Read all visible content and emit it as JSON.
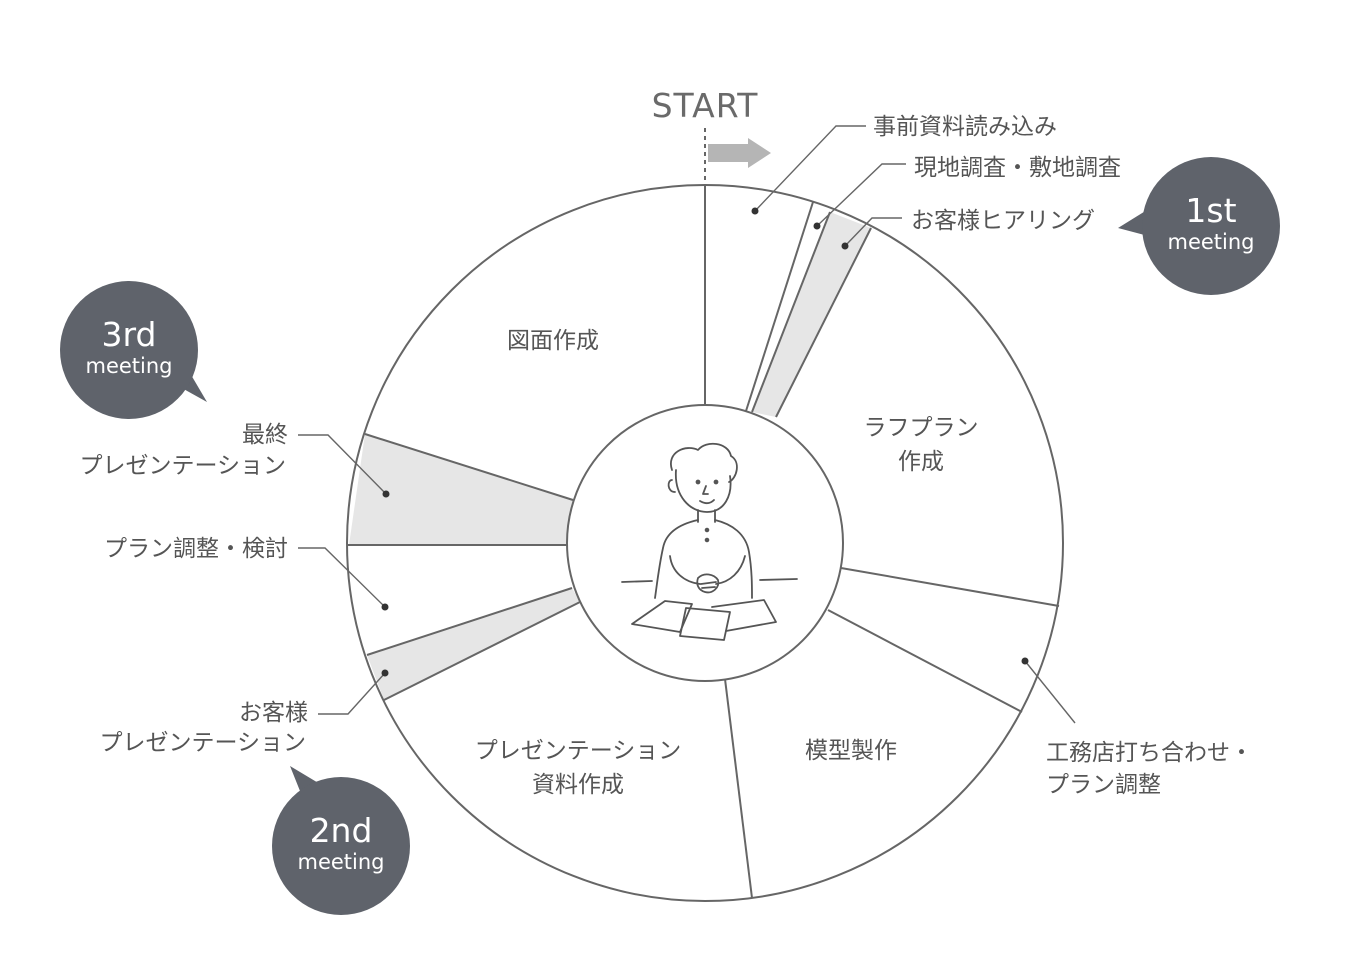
{
  "start_label": "START",
  "inner_labels": {
    "drawing": "図面作成",
    "rough_plan": [
      "ラフプラン",
      "作成"
    ],
    "presentation_material": [
      "プレゼンテーション",
      "資料作成"
    ],
    "model": "模型製作"
  },
  "callouts": {
    "pre_reading": "事前資料読み込み",
    "site_survey": "現地調査・敷地調査",
    "hearing": "お客様ヒアリング",
    "contractor_meeting": [
      "工務店打ち合わせ・",
      "プラン調整"
    ],
    "client_presentation": [
      "お客様",
      "プレゼンテーション"
    ],
    "plan_review": "プラン調整・検討",
    "final_presentation": [
      "最終",
      "プレゼンテーション"
    ]
  },
  "meetings": [
    {
      "big": "1st",
      "small": "meeting"
    },
    {
      "big": "2nd",
      "small": "meeting"
    },
    {
      "big": "3rd",
      "small": "meeting"
    }
  ],
  "colors": {
    "line": "#666666",
    "highlight": "#e6e6e6",
    "bubble": "#5f636b",
    "arrow": "#b5b5b5",
    "text": "#555555"
  },
  "icons": [
    "person-at-desk-icon",
    "start-arrow-icon"
  ]
}
